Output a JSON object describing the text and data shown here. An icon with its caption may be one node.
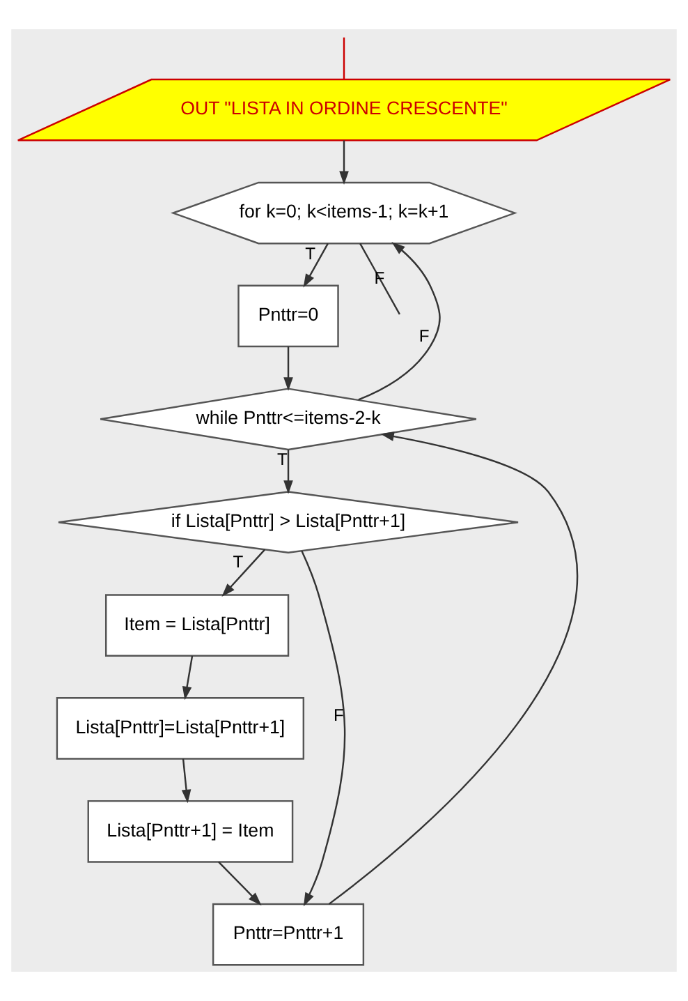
{
  "diagram": {
    "nodes": [
      {
        "text": [
          "OUT \"LISTA IN ORDINE CRESCENTE\""
        ]
      },
      {
        "text": [
          "for k=0; k<items-1; k=k+1"
        ]
      },
      {
        "text": [
          "Pnttr=0"
        ]
      },
      {
        "text": [
          "while Pnttr<=items-2-k"
        ]
      },
      {
        "text": [
          "if Lista[Pnttr] > Lista[Pnttr+1]"
        ]
      },
      {
        "text": [
          "Item = Lista[Pnttr]"
        ]
      },
      {
        "text": [
          "Lista[Pnttr]=Lista[Pnttr+1]"
        ]
      },
      {
        "text": [
          "Lista[Pnttr+1] = Item"
        ]
      },
      {
        "text": [
          "Pnttr=Pnttr+1"
        ]
      }
    ],
    "edges": [
      {
        "from": null,
        "to": 0,
        "arrow": "none",
        "color": "#cc0000"
      },
      {
        "from": 0,
        "to": 1,
        "arrow": "to"
      },
      {
        "from": 1,
        "to": 2,
        "arrow": "to",
        "label": "T"
      },
      {
        "from": 2,
        "to": 3,
        "arrow": "to"
      },
      {
        "from": 3,
        "to": 4,
        "arrow": "to",
        "label": "T"
      },
      {
        "from": 4,
        "to": 5,
        "arrow": "to",
        "label": "T"
      },
      {
        "from": 5,
        "to": 6,
        "arrow": "to"
      },
      {
        "from": 6,
        "to": 7,
        "arrow": "to"
      },
      {
        "from": 7,
        "to": 8,
        "arrow": "to"
      },
      {
        "from": 4,
        "to": 8,
        "arrow": "to",
        "label": "F"
      },
      {
        "from": 8,
        "to": 3,
        "arrow": "to"
      },
      {
        "from": 3,
        "to": 1,
        "arrow": "to",
        "label": "F"
      },
      {
        "from": 1,
        "to": null,
        "arrow": "none",
        "label": "F"
      }
    ]
  }
}
